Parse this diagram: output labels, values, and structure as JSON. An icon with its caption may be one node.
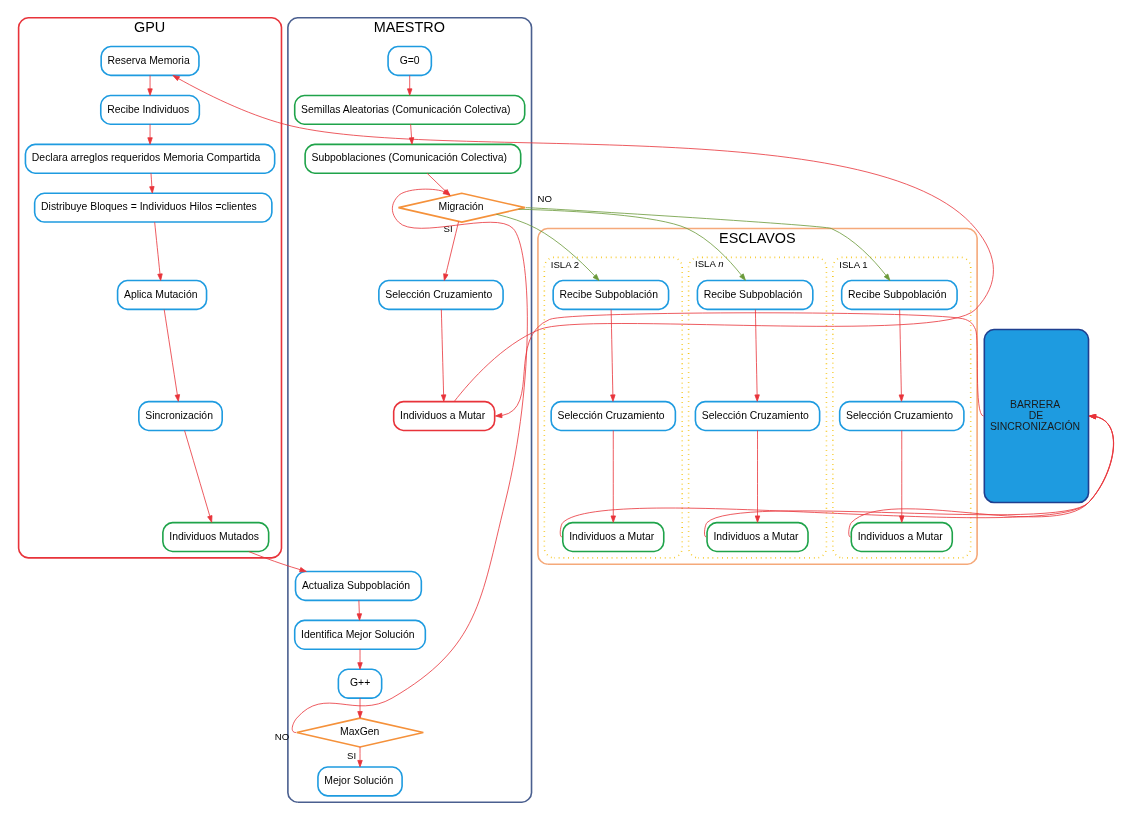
{
  "diagram": {
    "nodes": [
      {
        "text": [
          "GPU"
        ]
      },
      {
        "text": [
          "Reserva Memoria"
        ],
        "in": 0
      },
      {
        "text": [
          "Recibe Individuos"
        ],
        "in": 0
      },
      {
        "text": [
          "Declara arreglos requeridos Memoria Compartida"
        ],
        "in": 0
      },
      {
        "text": [
          "Distribuye Bloques = Individuos Hilos =clientes"
        ],
        "in": 0
      },
      {
        "text": [
          "Aplica Mutación"
        ],
        "in": 0
      },
      {
        "text": [
          "Sincronización"
        ],
        "in": 0
      },
      {
        "text": [
          "Individuos Mutados"
        ],
        "in": 0
      },
      {
        "text": [
          "MAESTRO"
        ]
      },
      {
        "text": [
          "G=0"
        ],
        "in": 8
      },
      {
        "text": [
          "Semillas Aleatorias (Comunicación Colectiva)"
        ],
        "in": 8
      },
      {
        "text": [
          "Subpoblaciones (Comunicación Colectiva)"
        ],
        "in": 8
      },
      {
        "text": [
          "Migración"
        ],
        "in": 8
      },
      {
        "text": [
          "Selección Cruzamiento"
        ],
        "in": 8
      },
      {
        "text": [
          "Individuos a Mutar"
        ],
        "in": 8
      },
      {
        "text": [
          "Actualiza Subpoblación"
        ],
        "in": 8
      },
      {
        "text": [
          "Identifica Mejor Solución"
        ],
        "in": 8
      },
      {
        "text": [
          "G++"
        ],
        "in": 8
      },
      {
        "text": [
          "MaxGen"
        ],
        "in": 8
      },
      {
        "text": [
          "Mejor Solución"
        ],
        "in": 8
      },
      {
        "text": [
          "BARRERA DE SINCRONIZACIÓN"
        ]
      },
      {
        "text": [
          "ESCLAVOS"
        ]
      },
      {
        "text": [
          "ISLA 1"
        ],
        "in": 21
      },
      {
        "text": [
          "Recibe Subpoblación"
        ],
        "in": 22
      },
      {
        "text": [
          "Selección Cruzamiento"
        ],
        "in": 22
      },
      {
        "text": [
          "Individuos a Mutar"
        ],
        "in": 22
      },
      {
        "text": [
          "ISLA 2"
        ],
        "in": 21
      },
      {
        "text": [
          "Recibe Subpoblación"
        ],
        "in": 26
      },
      {
        "text": [
          "Selección Cruzamiento"
        ],
        "in": 26
      },
      {
        "text": [
          "Individuos a Mutar"
        ],
        "in": 26
      },
      {
        "text": [
          "ISLA *n*"
        ],
        "in": 21
      },
      {
        "text": [
          "Recibe Subpoblación"
        ],
        "in": 30
      },
      {
        "text": [
          "Selección Cruzamiento"
        ],
        "in": 30
      },
      {
        "text": [
          "Individuos a Mutar"
        ],
        "in": 30
      }
    ],
    "edges": [
      {
        "from": 1,
        "to": 2,
        "arrow": "to"
      },
      {
        "from": 2,
        "to": 3,
        "arrow": "to"
      },
      {
        "from": 3,
        "to": 4,
        "arrow": "to"
      },
      {
        "from": 4,
        "to": 5,
        "arrow": "to"
      },
      {
        "from": 5,
        "to": 6,
        "arrow": "to"
      },
      {
        "from": 6,
        "to": 7,
        "arrow": "to"
      },
      {
        "from": 9,
        "to": 10,
        "arrow": "to"
      },
      {
        "from": 10,
        "to": 11,
        "arrow": "to"
      },
      {
        "from": 11,
        "to": 12,
        "arrow": "to"
      },
      {
        "from": 12,
        "to": 13,
        "label": "SI",
        "arrow": "to"
      },
      {
        "from": 13,
        "to": 14,
        "arrow": "to"
      },
      {
        "from": 14,
        "to": 1,
        "arrow": "to"
      },
      {
        "from": 7,
        "to": 15,
        "arrow": "to"
      },
      {
        "from": 15,
        "to": 16,
        "arrow": "to"
      },
      {
        "from": 16,
        "to": 17,
        "arrow": "to"
      },
      {
        "from": 17,
        "to": 18,
        "arrow": "to"
      },
      {
        "from": 18,
        "to": 19,
        "label": "SI",
        "arrow": "to"
      },
      {
        "from": 12,
        "to": 23,
        "label": "NO",
        "arrow": "to",
        "color": "#6a9a3a"
      },
      {
        "from": 18,
        "to": 12,
        "label": "NO",
        "arrow": "to"
      },
      {
        "from": 12,
        "to": 27,
        "arrow": "to",
        "color": "#6a9a3a"
      },
      {
        "from": 12,
        "to": 31,
        "arrow": "to",
        "color": "#6a9a3a"
      },
      {
        "from": 23,
        "to": 24,
        "arrow": "to"
      },
      {
        "from": 24,
        "to": 25,
        "arrow": "to"
      },
      {
        "from": 27,
        "to": 28,
        "arrow": "to"
      },
      {
        "from": 28,
        "to": 29,
        "arrow": "to"
      },
      {
        "from": 31,
        "to": 32,
        "arrow": "to"
      },
      {
        "from": 32,
        "to": 33,
        "arrow": "to"
      },
      {
        "from": 25,
        "to": 20,
        "arrow": "to"
      },
      {
        "from": 29,
        "to": 20,
        "arrow": "to"
      },
      {
        "from": 33,
        "to": 20,
        "arrow": "to"
      },
      {
        "from": 20,
        "to": 14,
        "arrow": "to"
      }
    ]
  }
}
